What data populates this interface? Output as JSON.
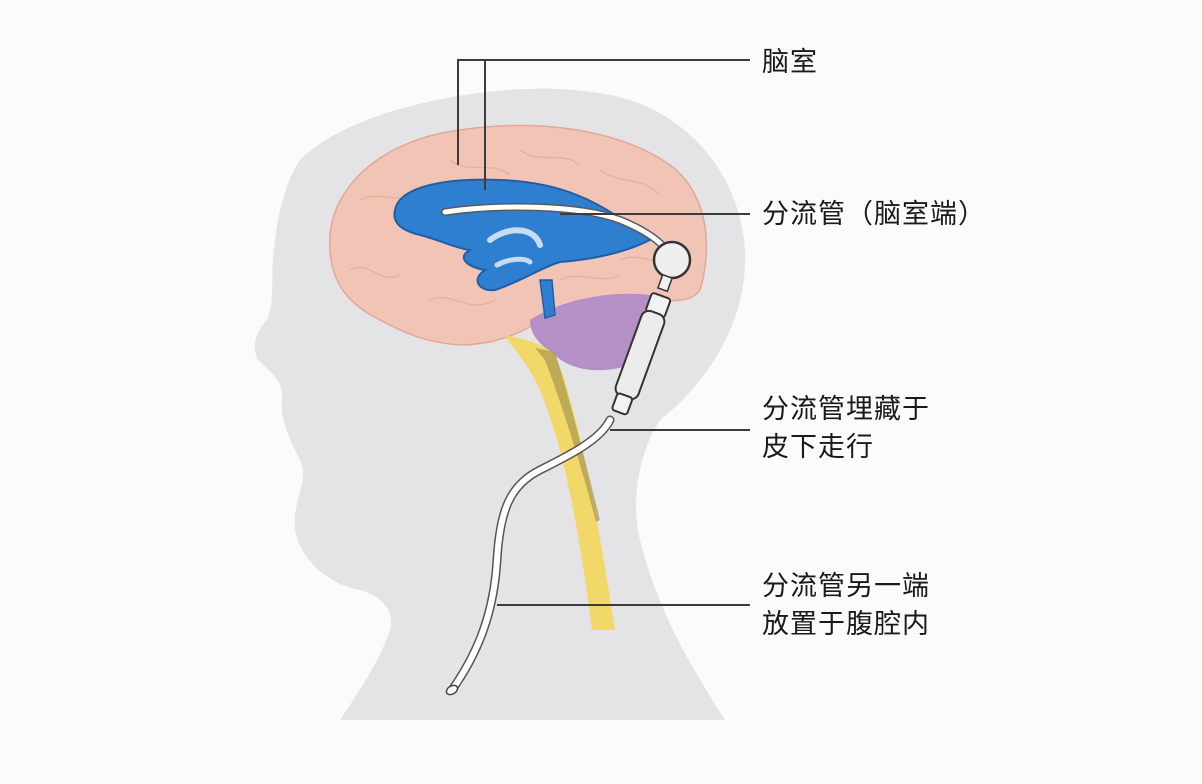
{
  "diagram": {
    "subject": "ventriculoperitoneal shunt",
    "colors": {
      "background": "#fbfbfc",
      "head_silhouette": "#e4e4e6",
      "brain": "#f2c4b6",
      "brain_outline": "#e0a899",
      "ventricle": "#2f7fd0",
      "ventricle_outline": "#1f5fa8",
      "cerebellum": "#b590c6",
      "spinal_cord": "#f3d65a",
      "spinal_core": "#a89850",
      "shunt_tube": "#ffffff",
      "shunt_outline": "#3a3a3a",
      "leader_line": "#3c3c3c",
      "label_text": "#1a1a1a"
    },
    "labels": [
      {
        "id": "ventricle",
        "lines": [
          "脑室"
        ]
      },
      {
        "id": "shunt-ventricular-end",
        "lines": [
          "分流管（脑室端）"
        ]
      },
      {
        "id": "shunt-subcutaneous",
        "lines": [
          "分流管埋藏于",
          "皮下走行"
        ]
      },
      {
        "id": "shunt-peritoneal-end",
        "lines": [
          "分流管另一端",
          "放置于腹腔内"
        ]
      }
    ]
  }
}
